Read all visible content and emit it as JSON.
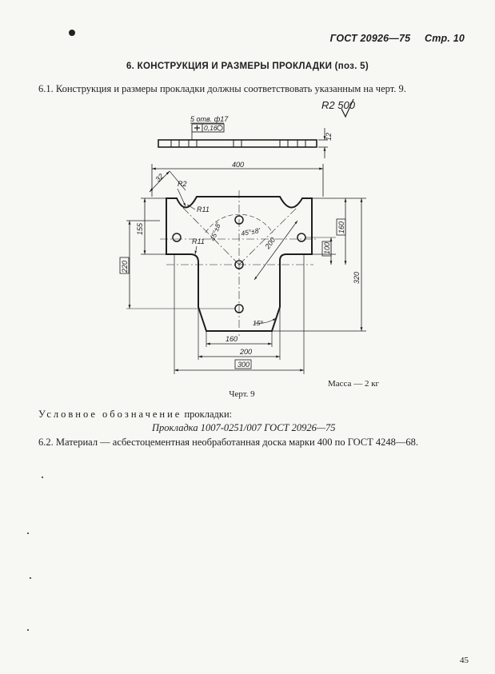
{
  "header": {
    "standard": "ГОСТ 20926—75",
    "page": "Стр. 10"
  },
  "section_title": "6. КОНСТРУКЦИЯ И РАЗМЕРЫ ПРОКЛАДКИ (поз. 5)",
  "para_6_1": "6.1. Конструкция и размеры прокладки должны соответствовать указанным на черт. 9.",
  "drawing": {
    "roughness": "R2 500",
    "holes_note": "5 отв. ф17",
    "position_tolerance": "0,16",
    "dims": {
      "thickness": "12",
      "width_top": "400",
      "chamfer": "32",
      "r2": "R2",
      "r11_a": "R11",
      "r11_b": "R11",
      "angle_a": "45°±8'",
      "angle_b": "45°±8'",
      "d200_diag": "200",
      "left_155": "155",
      "left_220": "220",
      "right_160": "160",
      "right_100": "100",
      "right_320": "320",
      "bottom_160": "160",
      "bottom_200": "200",
      "bottom_300": "300",
      "angle_15": "15°"
    }
  },
  "mass": "Масса — 2 кг",
  "caption": "Черт. 9",
  "designation": {
    "label_spaced": "Условное обозначение",
    "label_rest": " прокладки:",
    "value": "Прокладка 1007-0251/007 ГОСТ 20926—75"
  },
  "para_6_2": "6.2. Материал — асбестоцементная необработанная доска марки 400 по ГОСТ 4248—68.",
  "page_number": "45"
}
